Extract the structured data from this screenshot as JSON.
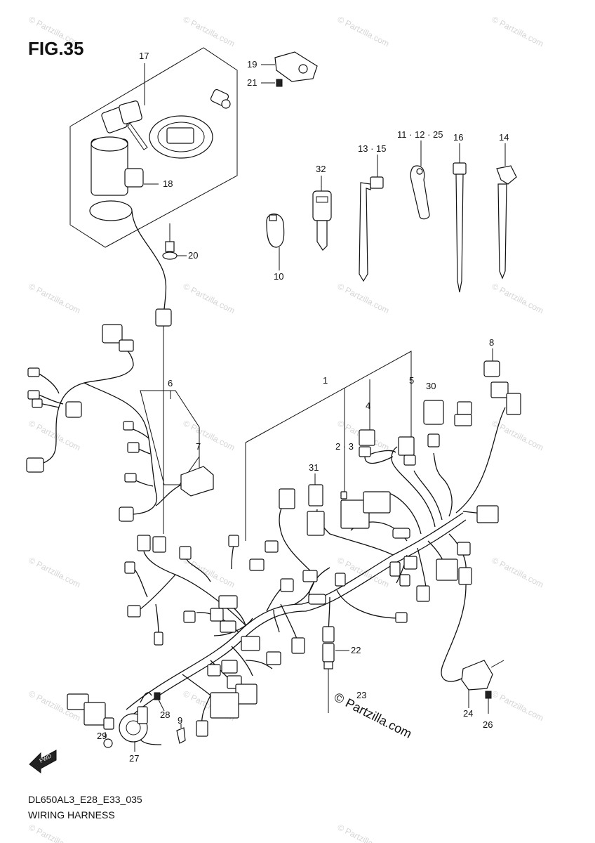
{
  "figure": {
    "title": "FIG.35",
    "code": "DL650AL3_E28_E33_035",
    "name": "WIRING HARNESS",
    "copyright": "© Partzilla.com",
    "watermark": "© Partzilla.com",
    "front_arrow": "FWD"
  },
  "callouts": [
    {
      "id": "c1",
      "text": "1"
    },
    {
      "id": "c2-3",
      "text": "2 · 3"
    },
    {
      "id": "c4",
      "text": "4"
    },
    {
      "id": "c5",
      "text": "5"
    },
    {
      "id": "c6",
      "text": "6"
    },
    {
      "id": "c7",
      "text": "7"
    },
    {
      "id": "c8",
      "text": "8"
    },
    {
      "id": "c9",
      "text": "9"
    },
    {
      "id": "c10",
      "text": "10"
    },
    {
      "id": "c11-12-25",
      "text": "11 · 12 · 25"
    },
    {
      "id": "c13-15",
      "text": "13 · 15"
    },
    {
      "id": "c14",
      "text": "14"
    },
    {
      "id": "c16",
      "text": "16"
    },
    {
      "id": "c17",
      "text": "17"
    },
    {
      "id": "c18",
      "text": "18"
    },
    {
      "id": "c19",
      "text": "19"
    },
    {
      "id": "c20",
      "text": "20"
    },
    {
      "id": "c21",
      "text": "21"
    },
    {
      "id": "c22",
      "text": "22"
    },
    {
      "id": "c23",
      "text": "23"
    },
    {
      "id": "c24",
      "text": "24"
    },
    {
      "id": "c26",
      "text": "26"
    },
    {
      "id": "c27",
      "text": "27"
    },
    {
      "id": "c28",
      "text": "28"
    },
    {
      "id": "c29",
      "text": "29"
    },
    {
      "id": "c30",
      "text": "30"
    },
    {
      "id": "c31",
      "text": "31"
    },
    {
      "id": "c32",
      "text": "32"
    }
  ]
}
